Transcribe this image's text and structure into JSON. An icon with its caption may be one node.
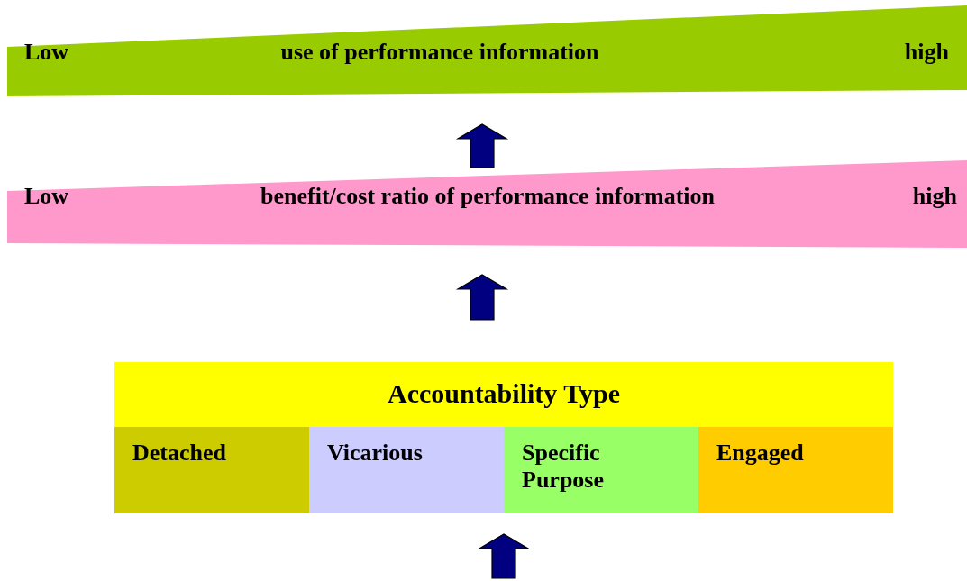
{
  "diagram": {
    "nodes": [
      {
        "text": [
          "Low",
          "use of performance information",
          "high"
        ]
      },
      {
        "text": [
          "Low",
          "benefit/cost ratio of performance information",
          "high"
        ]
      },
      {
        "text": [
          "Accountability Type"
        ]
      },
      {
        "text": [
          "Detached"
        ],
        "in": 2
      },
      {
        "text": [
          "Vicarious"
        ],
        "in": 2
      },
      {
        "text": [
          "Specific Purpose"
        ],
        "in": 2
      },
      {
        "text": [
          "Engaged"
        ],
        "in": 2
      }
    ],
    "edges": [
      {
        "from": 1,
        "to": 0,
        "arrow": "to",
        "color": "#000080"
      },
      {
        "from": 2,
        "to": 1,
        "arrow": "to",
        "color": "#000080"
      },
      {
        "from": null,
        "to": 2,
        "arrow": "to",
        "color": "#000080"
      }
    ]
  }
}
